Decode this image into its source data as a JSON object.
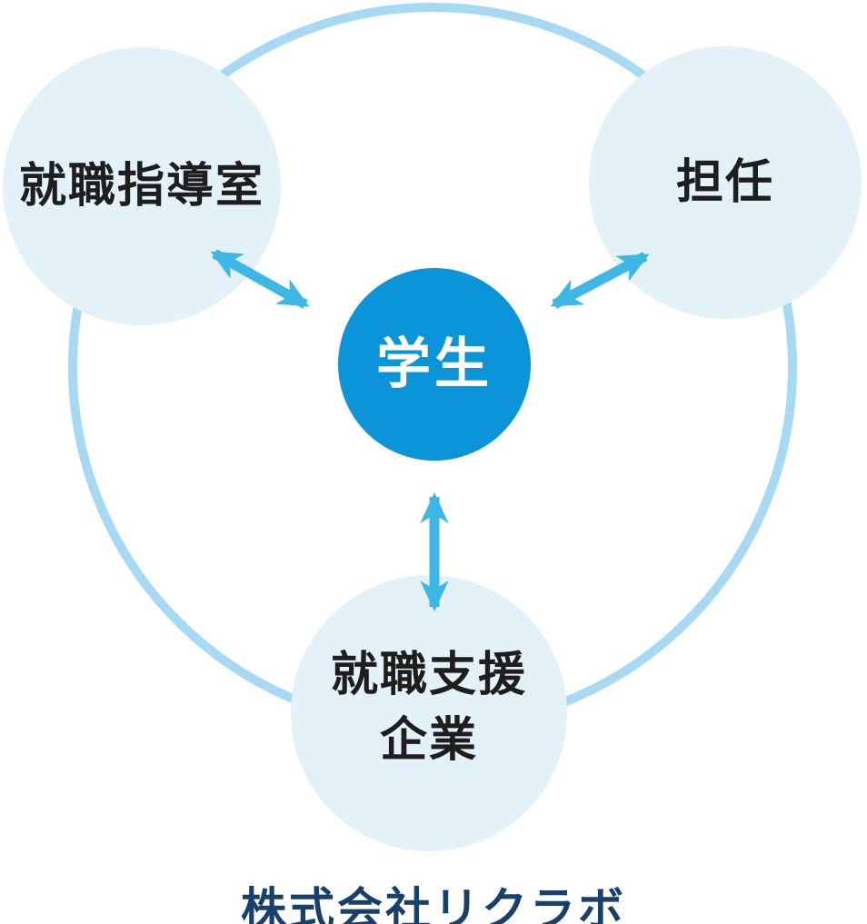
{
  "diagram": {
    "center": {
      "label": "学生"
    },
    "nodes": [
      {
        "id": "career-office",
        "label": "就職指導室"
      },
      {
        "id": "homeroom-teacher",
        "label": "担任"
      },
      {
        "id": "support-company",
        "label_lines": [
          "就職支援",
          "企業"
        ]
      }
    ],
    "connections": [
      {
        "from": "career-office",
        "to": "student",
        "style": "double-arrow"
      },
      {
        "from": "homeroom-teacher",
        "to": "student",
        "style": "double-arrow"
      },
      {
        "from": "support-company",
        "to": "student",
        "style": "double-arrow"
      }
    ],
    "footer": "株式会社リクラボ"
  },
  "colors": {
    "accent": "#0b94d7",
    "bubble": "#e3f1f9",
    "ring": "#a6d9f4",
    "arrow": "#3db7e8",
    "label-text": "#1e1e1e",
    "student-text": "#ffffff",
    "footer-text": "#17406d",
    "background": "#ffffff"
  }
}
